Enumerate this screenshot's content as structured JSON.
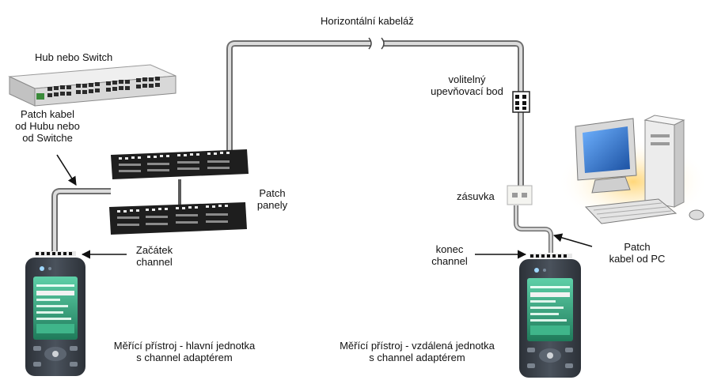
{
  "labels": {
    "horizontal_cabling": "Horizontální kabeláž",
    "hub_switch": "Hub nebo Switch",
    "patch_from_hub_1": "Patch kabel",
    "patch_from_hub_2": "od Hubu nebo",
    "patch_from_hub_3": "od Switche",
    "patch_panels_1": "Patch",
    "patch_panels_2": "panely",
    "channel_start_1": "Začátek",
    "channel_start_2": "channel",
    "optional_point_1": "volitelný",
    "optional_point_2": "upevňovací bod",
    "outlet": "zásuvka",
    "channel_end_1": "konec",
    "channel_end_2": "channel",
    "patch_from_pc_1": "Patch",
    "patch_from_pc_2": "kabel od PC",
    "main_unit_1": "Měřící přístroj - hlavní jednotka",
    "main_unit_2": "s channel adaptérem",
    "remote_unit_1": "Měřící přístroj - vzdálená jednotka",
    "remote_unit_2": "s channel adaptérem"
  },
  "colors": {
    "cable_outer": "#6e6e6e",
    "cable_inner": "#dcdcdc",
    "patch_panel": "#1e1e1e",
    "tester_body": "#3a4048",
    "tester_screen": "#2a8a6a",
    "hub_body": "#d8d8d8",
    "pc_case": "#e8e8e8",
    "pc_screen": "#1f5fb0"
  },
  "icons": [
    "hub-icon",
    "patch-panel-icon",
    "tester-icon",
    "wall-outlet-icon",
    "mounting-block-icon",
    "pc-icon"
  ]
}
